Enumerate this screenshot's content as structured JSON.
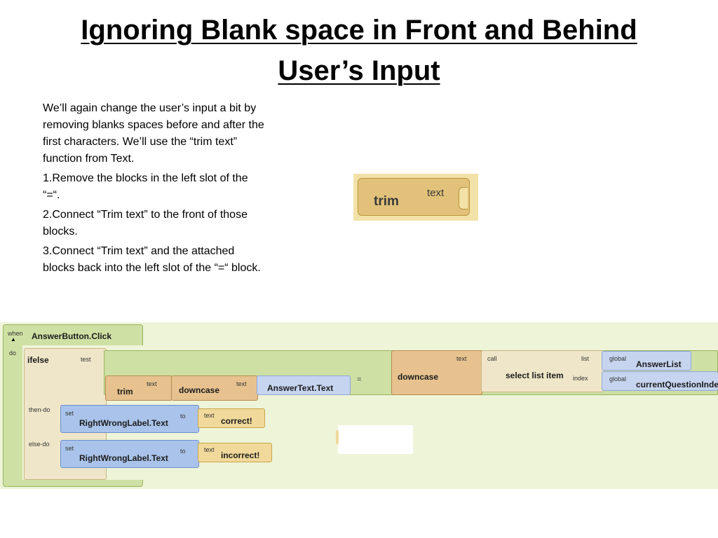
{
  "slide": {
    "title_line1": "Ignoring Blank space in Front and Behind",
    "title_line2": "User’s Input",
    "paragraphs": [
      "We’ll again change the user’s input a bit by removing blanks spaces before and after the first characters. We’ll use the “trim text” function from Text.",
      "1.Remove the blocks in the left slot of the “=“.",
      "2.Connect “Trim text” to the front of those blocks.",
      "3.Connect “Trim text” and the attached blocks back into the left slot of the “=“ block."
    ]
  },
  "trim_block": {
    "label": "trim",
    "socket": "text"
  },
  "event_block": {
    "when": "when",
    "do": "do",
    "name": "AnswerButton.Click"
  },
  "ifelse_block": {
    "label": "ifelse",
    "test": "test",
    "then_do": "then-do",
    "else_do": "else-do"
  },
  "compare": {
    "trim_label": "trim",
    "trim_socket": "text",
    "downcase_left_label": "downcase",
    "downcase_left_socket": "text",
    "answer_text": "AnswerText.Text",
    "operator": "=",
    "downcase_right_label": "downcase",
    "downcase_right_socket": "text",
    "call": "call",
    "select": "select list item",
    "list": "list",
    "index": "index",
    "global1": "global",
    "answer_list": "AnswerList",
    "global2": "global",
    "current_index": "currentQuestionInde"
  },
  "then_set": {
    "set": "set",
    "target": "RightWrongLabel.Text",
    "to": "to",
    "text": "text",
    "value": "correct!"
  },
  "else_set": {
    "set": "set",
    "target": "RightWrongLabel.Text",
    "to": "to",
    "text": "text",
    "value": "incorrect!"
  },
  "colors": {
    "workspace": "#eef4d8",
    "event": "#cfe0a4",
    "control": "#efe6c9",
    "text_block": "#e7c28f",
    "component": "#a9c3ea",
    "string": "#f1d99b"
  }
}
